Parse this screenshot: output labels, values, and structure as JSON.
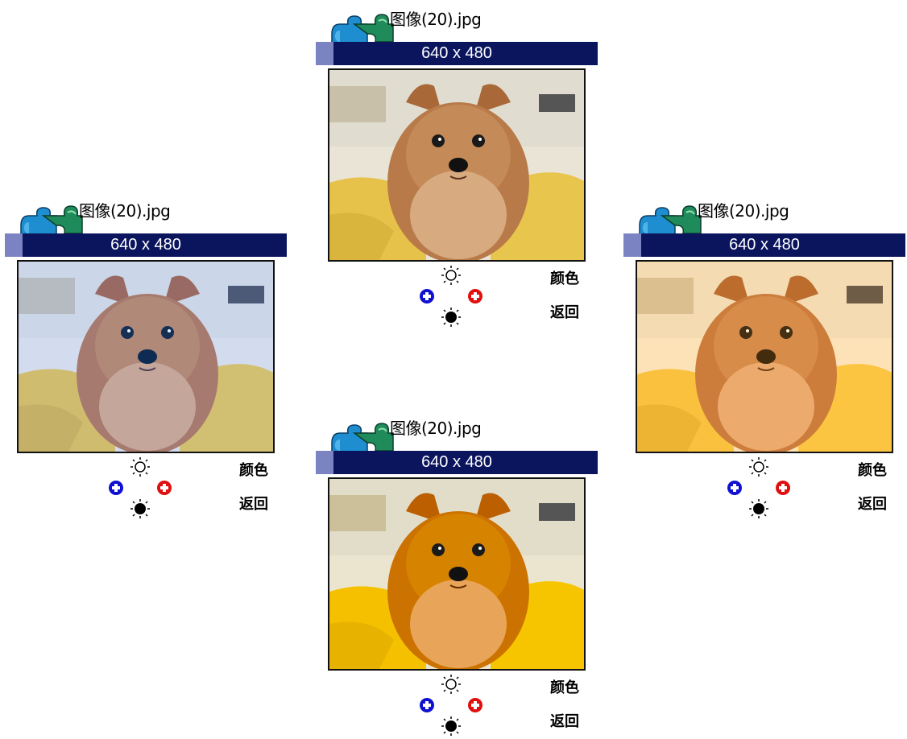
{
  "screens": [
    {
      "id": "left",
      "filename": "图像(20).jpg",
      "dimensions": "640 x 480",
      "color_label": "颜色",
      "back_label": "返回",
      "tint": "cool"
    },
    {
      "id": "top",
      "filename": "图像(20).jpg",
      "dimensions": "640 x 480",
      "color_label": "颜色",
      "back_label": "返回",
      "tint": "normal"
    },
    {
      "id": "right",
      "filename": "图像(20).jpg",
      "dimensions": "640 x 480",
      "color_label": "颜色",
      "back_label": "返回",
      "tint": "warm"
    },
    {
      "id": "bottom",
      "filename": "图像(20).jpg",
      "dimensions": "640 x 480",
      "color_label": "颜色",
      "back_label": "返回",
      "tint": "saturated"
    }
  ],
  "colors": {
    "info_bar": "#0b155e",
    "signal_box": "#7b83c3",
    "blue_button": "#1010d0",
    "red_button": "#e01010"
  }
}
